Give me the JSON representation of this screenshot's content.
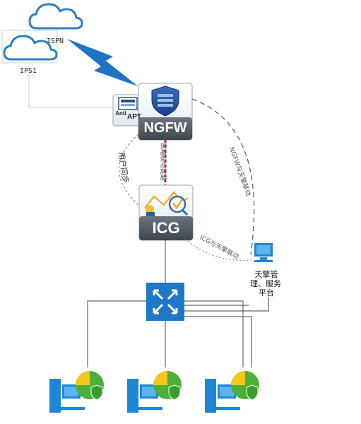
{
  "diagram": {
    "nodes": {
      "ispn": {
        "label": "ISPN"
      },
      "ips1": {
        "label": "IPS1"
      },
      "anti_apt": {
        "label_line1": "Anti",
        "label_line2": "APT"
      },
      "ngfw": {
        "label": "NGFW"
      },
      "icg": {
        "label": "ICG"
      },
      "threat_platform": {
        "line1": "天擎管",
        "line2": "理、服务",
        "line3": "平台"
      }
    },
    "links": {
      "user_sync": "用户同步",
      "policy_link": "策略联动链路",
      "ngfw_tianqing": "NGFW与天擎联动",
      "icg_tianqing": "ICG与天擎联动"
    },
    "icons": {
      "cloud": "cloud-icon",
      "lightning": "lightning-icon",
      "firewall": "firewall-shield-icon",
      "switch": "network-switch-icon",
      "computer": "computer-icon",
      "security_shield": "shield-check-icon"
    },
    "colors": {
      "cloud_stroke": "#2f7fc2",
      "lightning": "#1e74c4",
      "switch_fill": "#1d78c8",
      "computer": "#1e86d6",
      "badge_green": "#4caf3a",
      "badge_yellow": "#f5c518",
      "policy_red": "#c8222a"
    }
  }
}
